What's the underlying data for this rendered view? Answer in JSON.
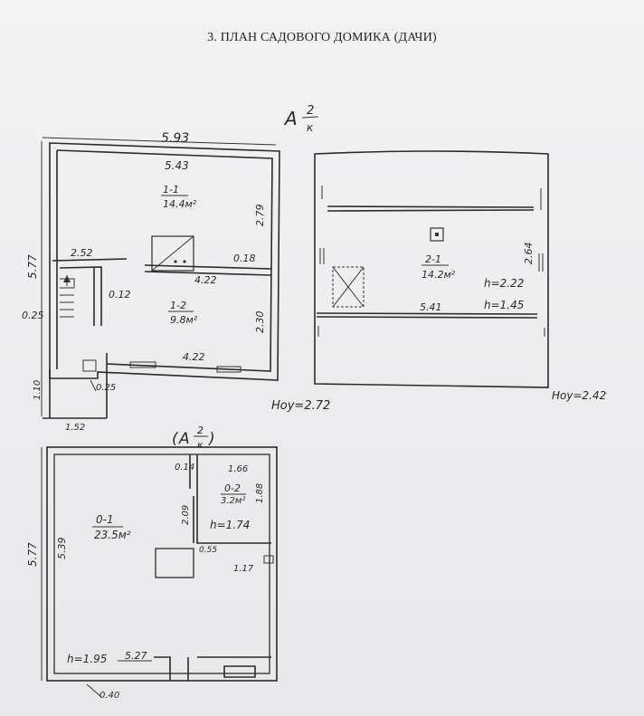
{
  "title": "3. ПЛАН САДОВОГО ДОМИКА (ДАЧИ)",
  "plan": {
    "first_floor": {
      "mark_letter": "А",
      "mark_num": "2",
      "mark_den": "к",
      "outer_width": "5.93",
      "inner_width": "5.43",
      "outer_height": "5.77",
      "room_1_1_num": "1-1",
      "room_1_1_area": "14.4м²",
      "dim_2_79": "2.79",
      "dim_0_18": "0.18",
      "dim_4_22_top": "4.22",
      "dim_2_52": "2.52",
      "dim_0_12": "0.12",
      "dim_0_25_left": "0.25",
      "room_1_2_num": "1-2",
      "room_1_2_area": "9.8м²",
      "dim_2_30": "2.30",
      "dim_4_22_bottom": "4.22",
      "dim_0_25_porch": "0.25",
      "dim_1_10": "1.10",
      "dim_1_52": "1.52",
      "height_note": "Ноу=2.72"
    },
    "attic": {
      "room_num": "2-1",
      "room_area": "14.2м²",
      "dim_2_64": "2.64",
      "h1": "h=2.22",
      "h2": "h=1.45",
      "width": "5.41",
      "height_note": "Ноу=2.42"
    },
    "basement": {
      "mark_letter": "А",
      "mark_num": "2",
      "mark_den": "к",
      "outer_height": "5.77",
      "inner_height": "5.39",
      "room_0_1_num": "0-1",
      "room_0_1_area": "23.5м²",
      "dim_0_14": "0.14",
      "dim_1_66": "1.66",
      "room_0_2_num": "0-2",
      "room_0_2_area": "3.2м²",
      "dim_1_88": "1.88",
      "dim_2_09": "2.09",
      "h_room": "h=1.74",
      "dim_0_55": "0.55",
      "dim_1_17": "1.17",
      "h_floor": "h=1.95",
      "dim_5_27": "5.27",
      "dim_0_40": "0.40"
    }
  }
}
